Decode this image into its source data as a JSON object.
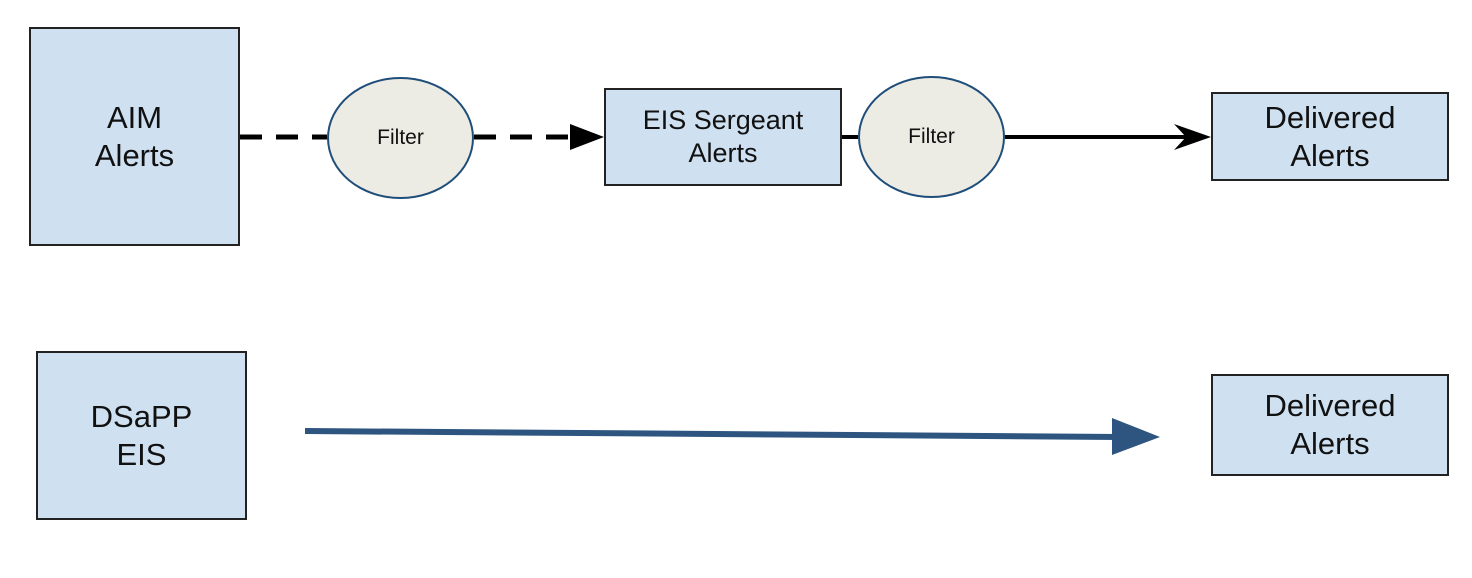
{
  "diagram": {
    "nodes": {
      "aim_alerts": "AIM\nAlerts",
      "filter_1": "Filter",
      "eis_sergeant_alerts": "EIS Sergeant\nAlerts",
      "filter_2": "Filter",
      "delivered_alerts_top": "Delivered\nAlerts",
      "dsapp_eis": "DSaPP\nEIS",
      "delivered_alerts_bottom": "Delivered\nAlerts"
    },
    "edges": [
      {
        "from": "AIM Alerts",
        "to": "Filter",
        "style": "dashed",
        "arrow": false
      },
      {
        "from": "Filter",
        "to": "EIS Sergeant Alerts",
        "style": "dashed",
        "arrow": true
      },
      {
        "from": "EIS Sergeant Alerts",
        "to": "Filter",
        "style": "solid",
        "arrow": false
      },
      {
        "from": "Filter",
        "to": "Delivered Alerts",
        "style": "solid",
        "arrow": true
      },
      {
        "from": "DSaPP EIS",
        "to": "Delivered Alerts",
        "style": "solid-blue",
        "arrow": true
      }
    ],
    "colors": {
      "box_fill": "#cfe0f1",
      "box_border": "#222222",
      "filter_fill": "#ecebe4",
      "filter_border": "#1f4e79",
      "line_black": "#000000",
      "line_blue": "#2d5580"
    }
  }
}
